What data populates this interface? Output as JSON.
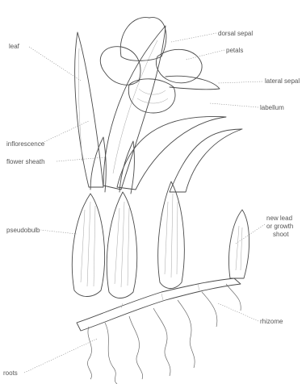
{
  "diagram": {
    "labels": {
      "leaf": "leaf",
      "dorsal_sepal": "dorsal sepal",
      "petals": "petals",
      "lateral_sepal": "lateral sepal",
      "labellum": "labellum",
      "inflorescence": "inflorescence",
      "flower_sheath": "flower sheath",
      "pseudobulb": "pseudobulb",
      "new_lead_1": "new lead",
      "new_lead_2": "or growth",
      "new_lead_3": "shoot",
      "rhizome": "rhizome",
      "roots": "roots"
    },
    "colors": {
      "ink": "#4a4a4a",
      "leader": "#8a8a8a",
      "label": "#555555"
    }
  }
}
